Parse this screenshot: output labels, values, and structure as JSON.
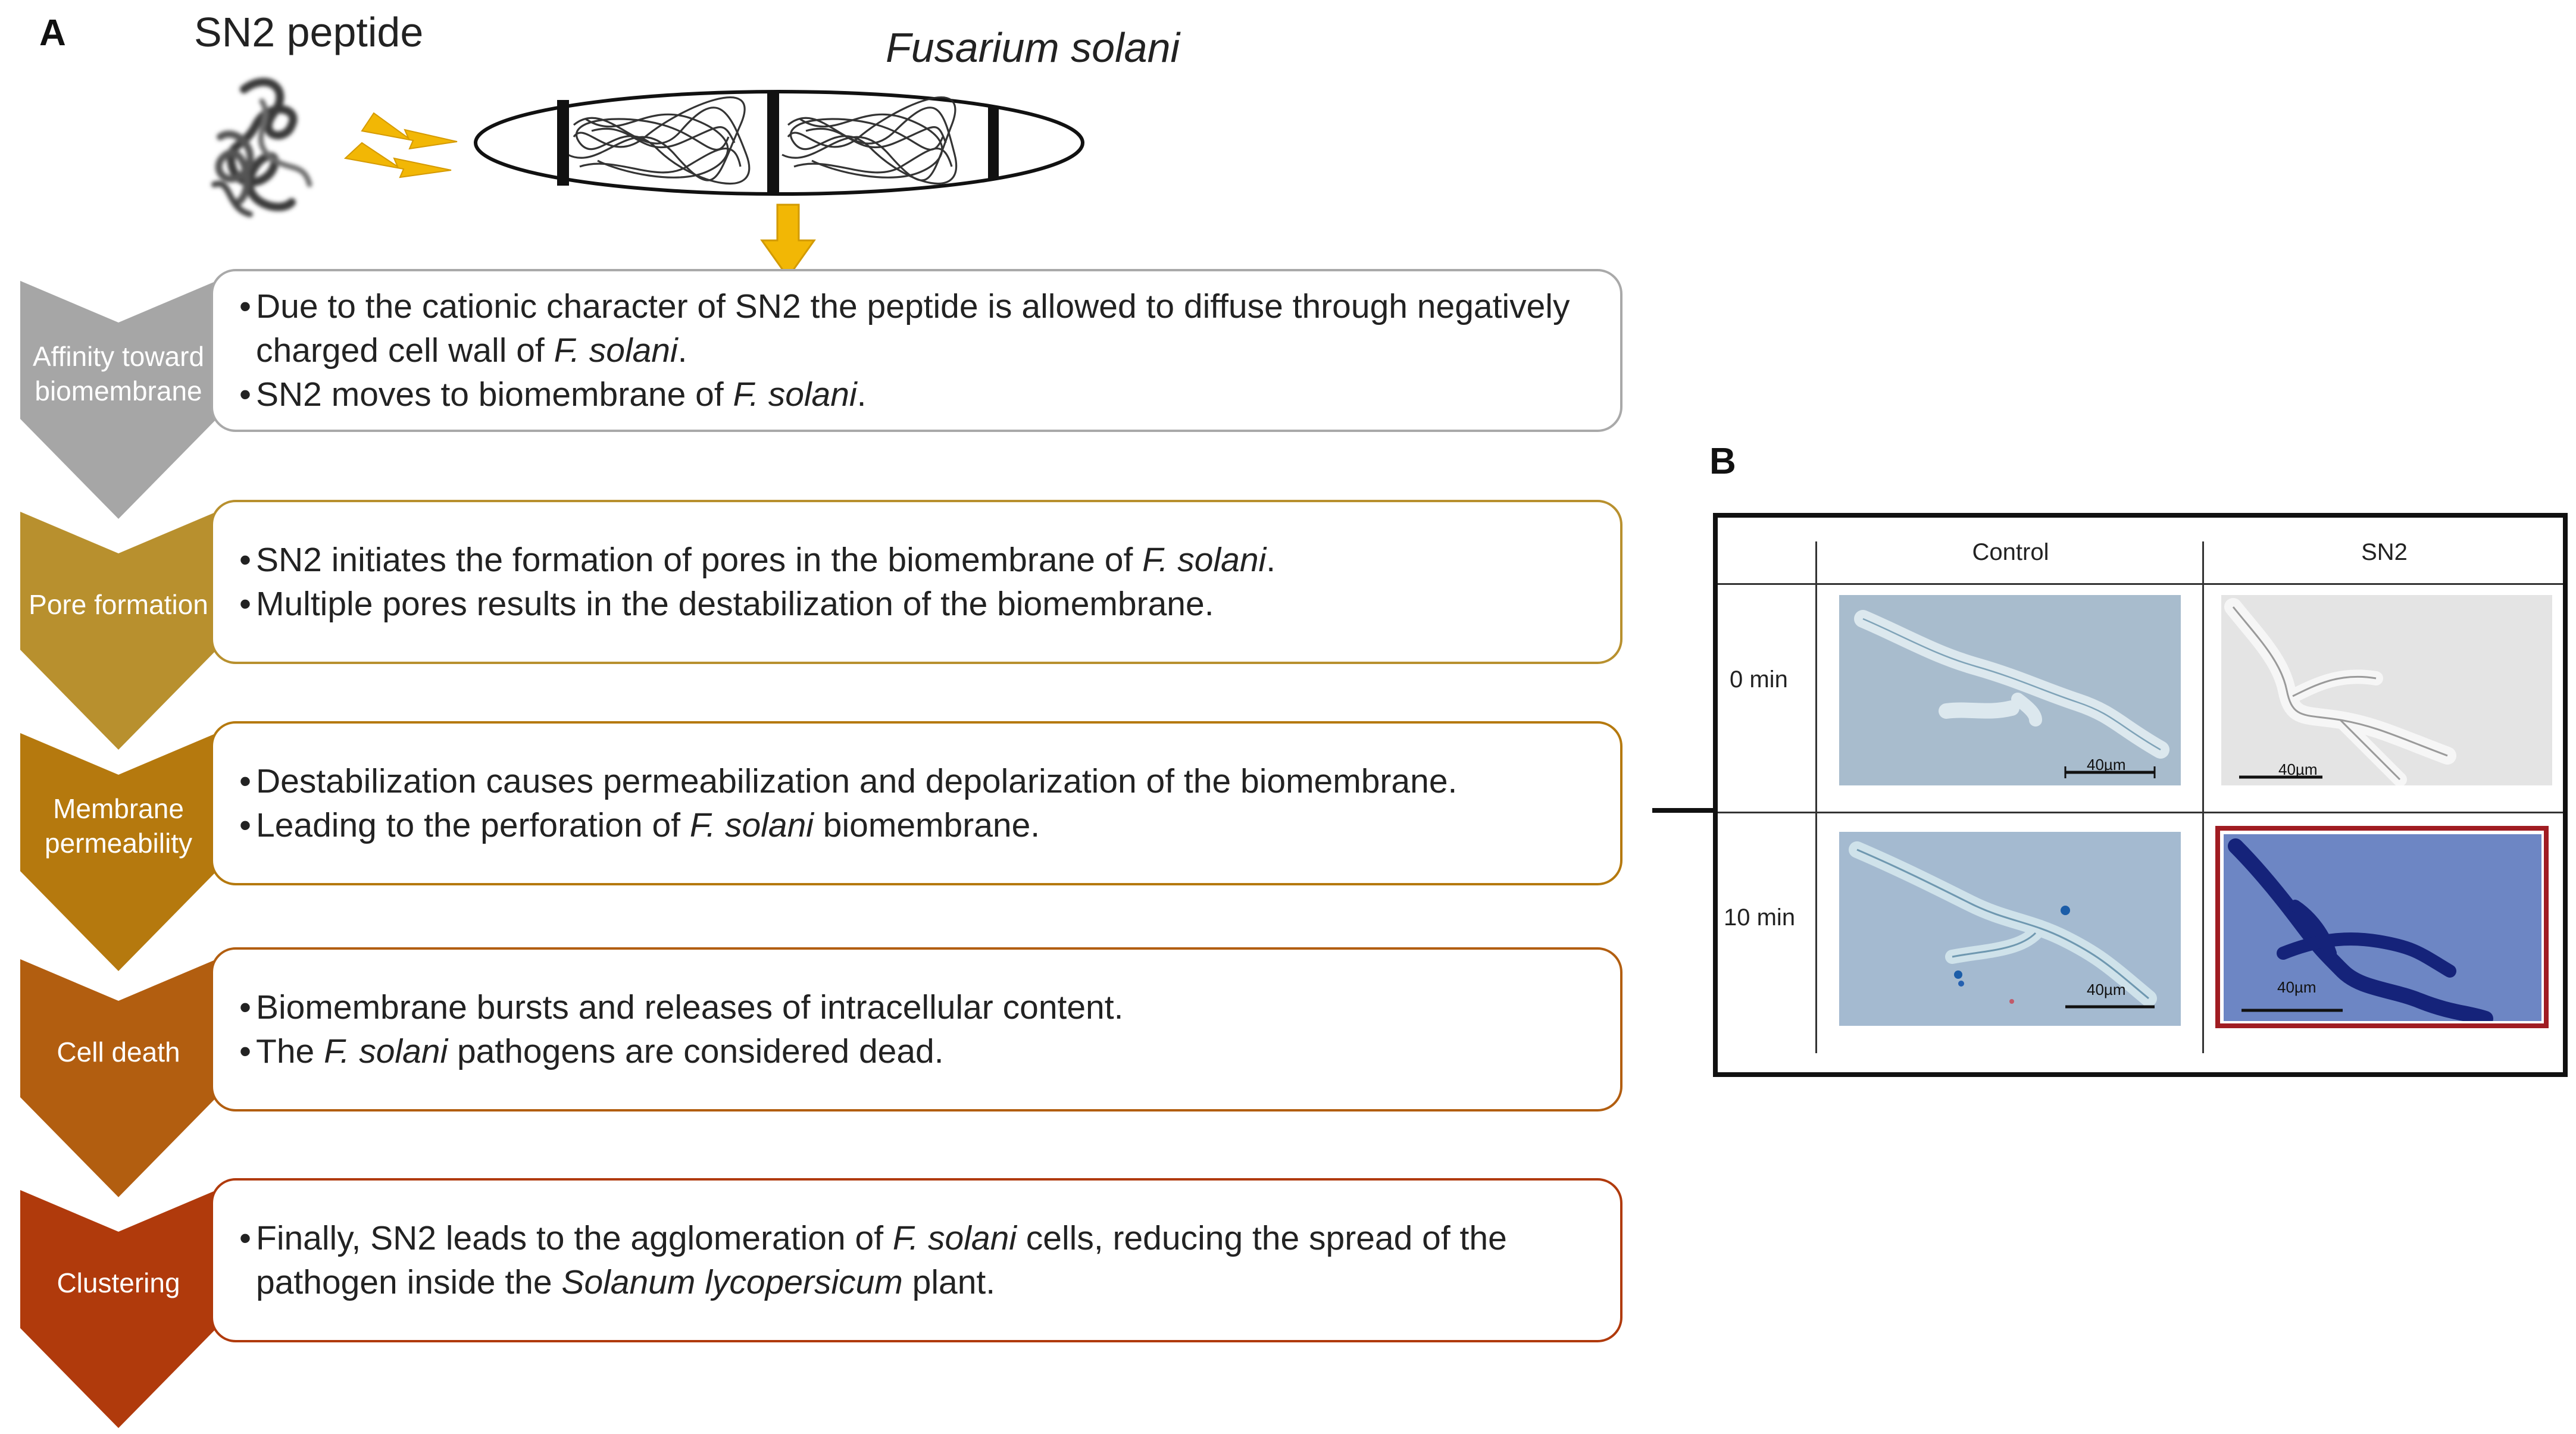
{
  "panel_a": {
    "letter": "A",
    "peptide_label": "SN2 peptide",
    "fungus_label": "Fusarium solani"
  },
  "stages": [
    {
      "label_lines": [
        "Affinity toward",
        "biomembrane"
      ],
      "color": "#a6a6a6",
      "bullets": [
        [
          {
            "t": "Due to the cationic character of SN2 the peptide is allowed to diffuse through negatively charged cell wall of ",
            "i": false
          },
          {
            "t": "F. solani",
            "i": true
          },
          {
            "t": ".",
            "i": false
          }
        ],
        [
          {
            "t": "SN2 moves to biomembrane of ",
            "i": false
          },
          {
            "t": "F. solani",
            "i": true
          },
          {
            "t": ".",
            "i": false
          }
        ]
      ]
    },
    {
      "label_lines": [
        "Pore formation"
      ],
      "color": "#b8902e",
      "bullets": [
        [
          {
            "t": "SN2 initiates the formation of pores in the biomembrane of ",
            "i": false
          },
          {
            "t": "F. solani",
            "i": true
          },
          {
            "t": ".",
            "i": false
          }
        ],
        [
          {
            "t": "Multiple pores results in the destabilization of the biomembrane.",
            "i": false
          }
        ]
      ]
    },
    {
      "label_lines": [
        "Membrane",
        "permeability"
      ],
      "color": "#b5790e",
      "bullets": [
        [
          {
            "t": "Destabilization causes permeabilization and depolarization of the biomembrane.",
            "i": false
          }
        ],
        [
          {
            "t": "Leading to the perforation of ",
            "i": false
          },
          {
            "t": "F. solani",
            "i": true
          },
          {
            "t": " biomembrane.",
            "i": false
          }
        ]
      ]
    },
    {
      "label_lines": [
        "Cell death"
      ],
      "color": "#b25e10",
      "bullets": [
        [
          {
            "t": "Biomembrane bursts and releases of intracellular content.",
            "i": false
          }
        ],
        [
          {
            "t": "The ",
            "i": false
          },
          {
            "t": "F. solani",
            "i": true
          },
          {
            "t": " pathogens are considered dead.",
            "i": false
          }
        ]
      ]
    },
    {
      "label_lines": [
        "Clustering"
      ],
      "color": "#b03a0c",
      "bullets": [
        [
          {
            "t": "Finally, SN2 leads to the agglomeration of ",
            "i": false
          },
          {
            "t": "F. solani",
            "i": true
          },
          {
            "t": " cells, reducing the spread of the pathogen inside the ",
            "i": false
          },
          {
            "t": "Solanum lycopersicum",
            "i": true
          },
          {
            "t": " plant.",
            "i": false
          }
        ]
      ]
    }
  ],
  "panel_b": {
    "letter": "B",
    "col_headers": [
      "Control",
      "SN2"
    ],
    "row_headers": [
      "0 min",
      "10 min"
    ],
    "scale_label": "40µm",
    "cells": [
      {
        "name": "control-0min",
        "bg": "#a8bccd",
        "hypha": "#dce8ee",
        "edge": "#7fa3b8"
      },
      {
        "name": "sn2-0min",
        "bg": "#e4e4e4",
        "hypha": "#f6f6f6",
        "edge": "#9a9a9a"
      },
      {
        "name": "control-10min",
        "bg": "#a4bad0",
        "hypha": "#cfe2ea",
        "edge": "#6f98b0"
      },
      {
        "name": "sn2-10min",
        "bg": "#6d86c4",
        "hypha": "#15237a",
        "edge": "#0b145a"
      }
    ],
    "highlight_color": "#a01c22"
  },
  "colors": {
    "arrow": "#f0b400",
    "box_border": "#a9a9a9"
  }
}
